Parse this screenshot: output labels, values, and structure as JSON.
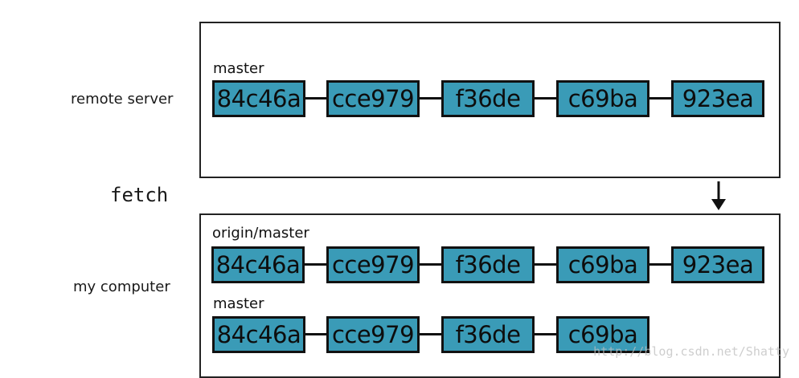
{
  "labels": {
    "remote_server": "remote server",
    "fetch": "fetch",
    "my_computer": "my computer"
  },
  "remote": {
    "branch": "master",
    "commits": [
      "84c46a",
      "cce979",
      "f36de",
      "c69ba",
      "923ea"
    ]
  },
  "local": {
    "origin_branch": "origin/master",
    "origin_commits": [
      "84c46a",
      "cce979",
      "f36de",
      "c69ba",
      "923ea"
    ],
    "master_branch": "master",
    "master_commits": [
      "84c46a",
      "cce979",
      "f36de",
      "c69ba"
    ]
  },
  "watermark": "http://blog.csdn.net/Shatty",
  "colors": {
    "commit_fill": "#3a9bb7",
    "outline": "#111111"
  },
  "icons": {
    "fetch_arrow": "arrow-down-icon"
  }
}
